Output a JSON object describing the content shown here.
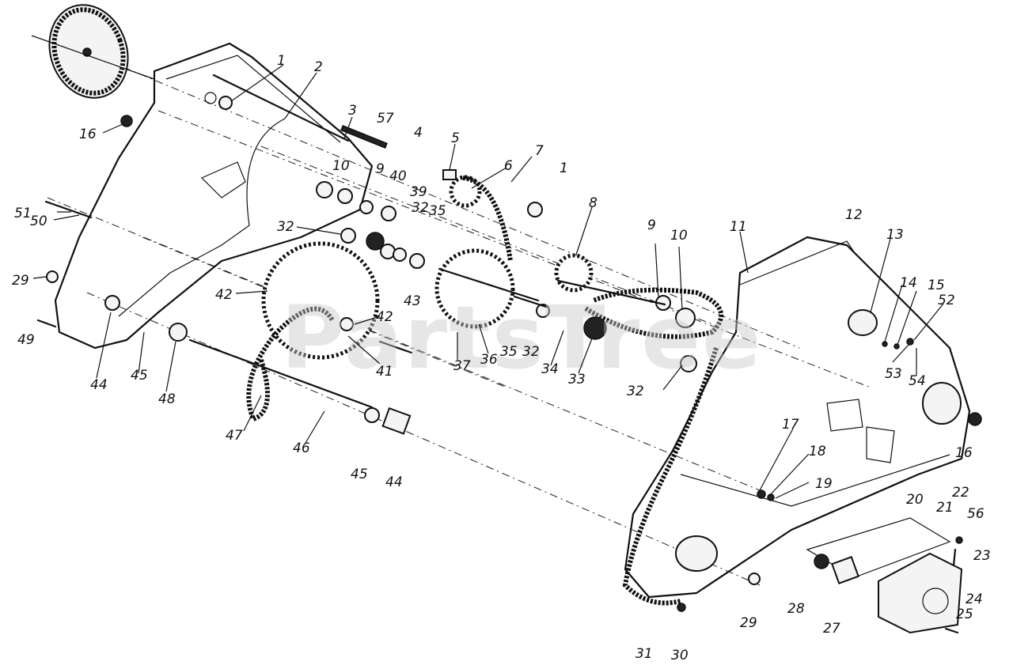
{
  "watermark": "PartsTree",
  "callouts": [
    {
      "id": "c1",
      "text": "1"
    },
    {
      "id": "c2",
      "text": "2"
    },
    {
      "id": "c3",
      "text": "3"
    },
    {
      "id": "c57",
      "text": "57"
    },
    {
      "id": "c4",
      "text": "4"
    },
    {
      "id": "c5",
      "text": "5"
    },
    {
      "id": "c6",
      "text": "6"
    },
    {
      "id": "c7",
      "text": "7"
    },
    {
      "id": "c1b",
      "text": "1"
    },
    {
      "id": "c8",
      "text": "8"
    },
    {
      "id": "c16a",
      "text": "16"
    },
    {
      "id": "c10a",
      "text": "10"
    },
    {
      "id": "c9a",
      "text": "9"
    },
    {
      "id": "c40",
      "text": "40"
    },
    {
      "id": "c39",
      "text": "39"
    },
    {
      "id": "c32a",
      "text": "32"
    },
    {
      "id": "c35a",
      "text": "35"
    },
    {
      "id": "c9b",
      "text": "9"
    },
    {
      "id": "c10b",
      "text": "10"
    },
    {
      "id": "c11",
      "text": "11"
    },
    {
      "id": "c12",
      "text": "12"
    },
    {
      "id": "c13",
      "text": "13"
    },
    {
      "id": "c51",
      "text": "51"
    },
    {
      "id": "c50",
      "text": "50"
    },
    {
      "id": "c32b",
      "text": "32"
    },
    {
      "id": "c29a",
      "text": "29"
    },
    {
      "id": "c42a",
      "text": "42"
    },
    {
      "id": "c43",
      "text": "43"
    },
    {
      "id": "c42b",
      "text": "42"
    },
    {
      "id": "c14",
      "text": "14"
    },
    {
      "id": "c15",
      "text": "15"
    },
    {
      "id": "c52",
      "text": "52"
    },
    {
      "id": "c49",
      "text": "49"
    },
    {
      "id": "c44a",
      "text": "44"
    },
    {
      "id": "c45a",
      "text": "45"
    },
    {
      "id": "c48",
      "text": "48"
    },
    {
      "id": "c41",
      "text": "41"
    },
    {
      "id": "c37",
      "text": "37"
    },
    {
      "id": "c36",
      "text": "36"
    },
    {
      "id": "c35b",
      "text": "35"
    },
    {
      "id": "c32c",
      "text": "32"
    },
    {
      "id": "c34",
      "text": "34"
    },
    {
      "id": "c33",
      "text": "33"
    },
    {
      "id": "c32d",
      "text": "32"
    },
    {
      "id": "c53",
      "text": "53"
    },
    {
      "id": "c54",
      "text": "54"
    },
    {
      "id": "c47",
      "text": "47"
    },
    {
      "id": "c46",
      "text": "46"
    },
    {
      "id": "c45b",
      "text": "45"
    },
    {
      "id": "c44b",
      "text": "44"
    },
    {
      "id": "c17",
      "text": "17"
    },
    {
      "id": "c18",
      "text": "18"
    },
    {
      "id": "c19",
      "text": "19"
    },
    {
      "id": "c16b",
      "text": "16"
    },
    {
      "id": "c20",
      "text": "20"
    },
    {
      "id": "c21",
      "text": "21"
    },
    {
      "id": "c22",
      "text": "22"
    },
    {
      "id": "c56",
      "text": "56"
    },
    {
      "id": "c23",
      "text": "23"
    },
    {
      "id": "c24",
      "text": "24"
    },
    {
      "id": "c25",
      "text": "25"
    },
    {
      "id": "c28",
      "text": "28"
    },
    {
      "id": "c27",
      "text": "27"
    },
    {
      "id": "c29b",
      "text": "29"
    },
    {
      "id": "c31",
      "text": "31"
    },
    {
      "id": "c30",
      "text": "30"
    }
  ]
}
